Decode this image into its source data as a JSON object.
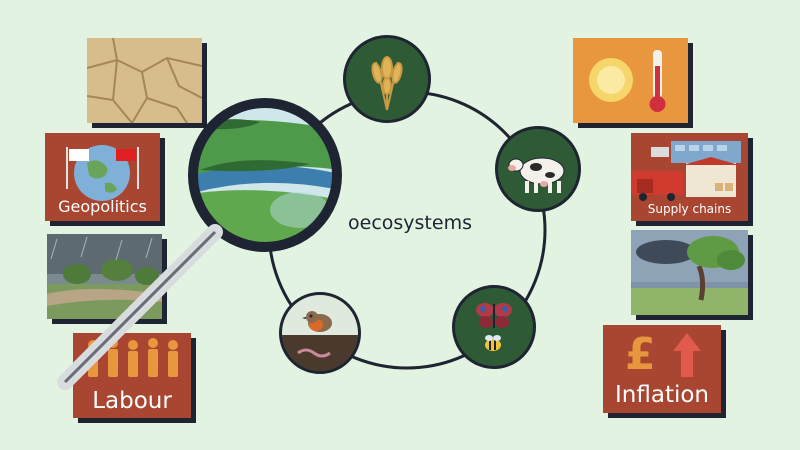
{
  "center_label": "oecosystems",
  "left_cards": {
    "geopolitics": "Geopolitics",
    "labour": "Labour"
  },
  "right_cards": {
    "supply_chains": "Supply chains",
    "inflation": "Inflation",
    "currency_symbol": "£"
  },
  "colors": {
    "background": "#e3f3e1",
    "card_red": "#a94632",
    "node_green": "#2f5a36",
    "outline": "#1e2431",
    "heat_orange": "#e8973e"
  }
}
